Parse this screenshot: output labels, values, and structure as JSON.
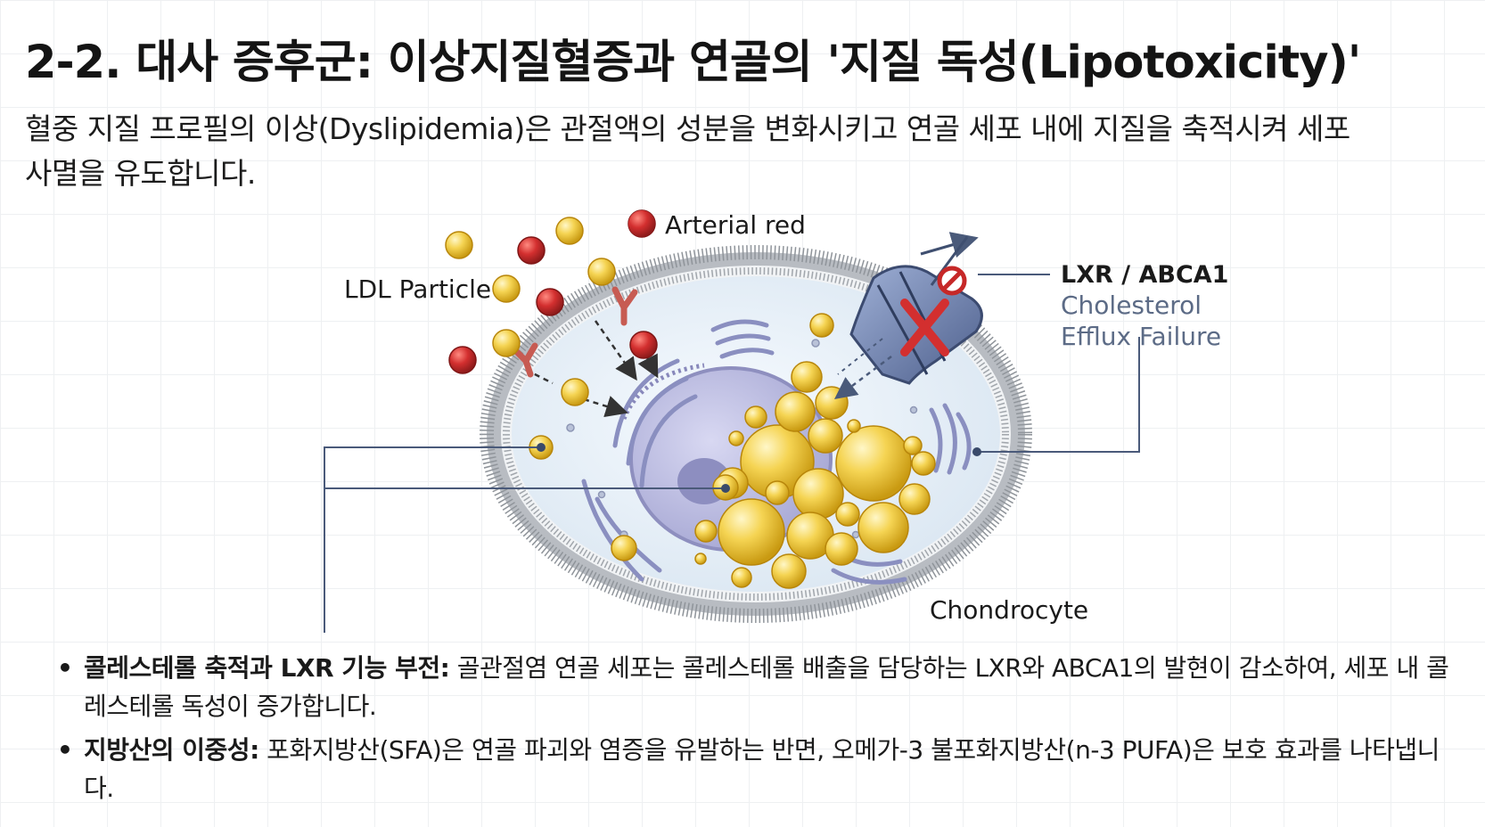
{
  "header": {
    "title": "2-2. 대사 증후군: 이상지질혈증과 연골의 '지질 독성(Lipotoxicity)'",
    "subtitle": "혈중 지질 프로필의 이상(Dyslipidemia)은 관절액의 성분을 변화시키고 연골 세포 내에 지질을 축적시켜 세포 사멸을 유도합니다."
  },
  "diagram": {
    "labels": {
      "arterial": "Arterial red",
      "ldl": "LDL Particle",
      "lxr_title": "LXR / ABCA1",
      "lxr_line1": "Cholesterol",
      "lxr_line2": "Efflux Failure",
      "chondrocyte": "Chondrocyte"
    },
    "colors": {
      "ldl_yellow": "#f2c94c",
      "arterial_red": "#c62828",
      "membrane": "#9fa4aa",
      "cytoplasm": "#e9f1f8",
      "nucleus": "#bcbce2",
      "transporter": "#5a6c96",
      "x_mark": "#d32f2f",
      "leader_line": "#4a5a7a"
    }
  },
  "bullets": [
    {
      "bold": "콜레스테롤 축적과 LXR 기능 부전:",
      "text": " 골관절염 연골 세포는 콜레스테롤 배출을 담당하는 LXR와 ABCA1의 발현이 감소하여, 세포 내 콜레스테롤 독성이 증가합니다."
    },
    {
      "bold": "지방산의 이중성:",
      "text": " 포화지방산(SFA)은 연골 파괴와 염증을 유발하는 반면, 오메가-3 불포화지방산(n-3 PUFA)은 보호 효과를 나타냅니다."
    }
  ]
}
